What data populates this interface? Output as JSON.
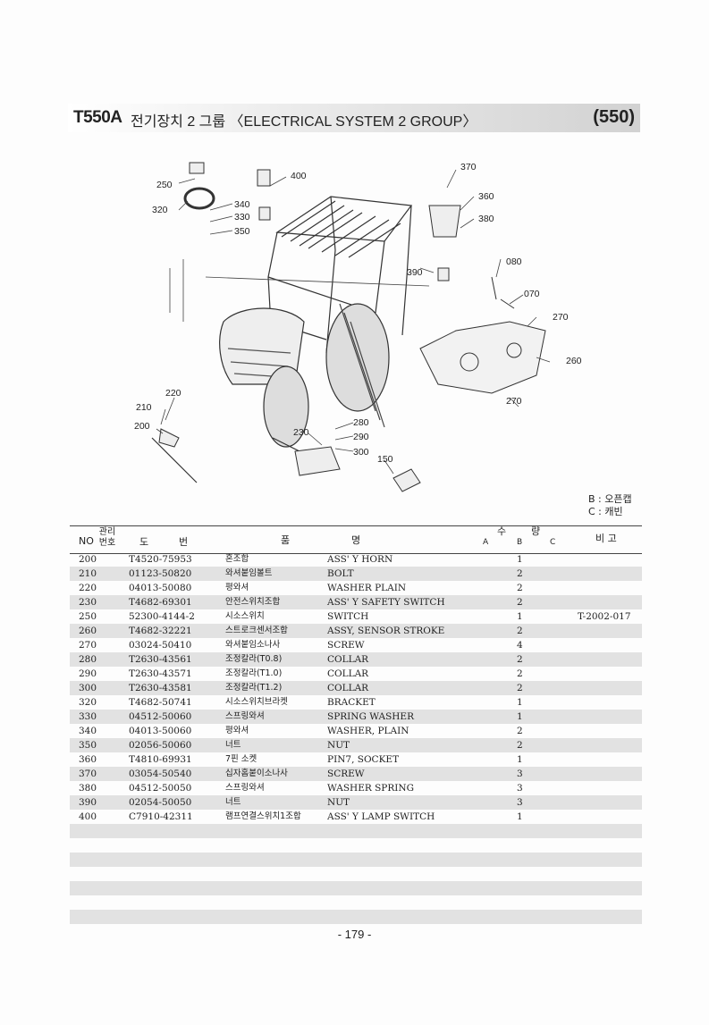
{
  "header": {
    "model": "T550A",
    "title": "전기장치 2 그룹 〈ELECTRICAL SYSTEM 2 GROUP〉",
    "code": "(550)"
  },
  "diagram": {
    "callouts": [
      "250",
      "320",
      "340",
      "330",
      "350",
      "400",
      "370",
      "360",
      "380",
      "390",
      "080",
      "070",
      "270",
      "260",
      "270",
      "220",
      "210",
      "200",
      "230",
      "280",
      "290",
      "300",
      "150"
    ]
  },
  "legend": {
    "b": "B : 오픈캡",
    "c": "C : 캐빈"
  },
  "table": {
    "headers": {
      "no": "NO",
      "mgmt": "관리 번호",
      "drawing_1": "도",
      "drawing_2": "번",
      "name_1": "품",
      "name_2": "명",
      "qty_1": "수",
      "qty_2": "량",
      "qty_a": "A",
      "qty_b": "B",
      "qty_c": "C",
      "remarks": "비 고"
    },
    "rows": [
      {
        "no": "200",
        "part": "T4520-75953",
        "kr": "혼조합",
        "en": "ASS' Y HORN",
        "b": "1",
        "remark": ""
      },
      {
        "no": "210",
        "part": "01123-50820",
        "kr": "와셔붙임볼트",
        "en": "BOLT",
        "b": "2",
        "remark": ""
      },
      {
        "no": "220",
        "part": "04013-50080",
        "kr": "평와셔",
        "en": "WASHER PLAIN",
        "b": "2",
        "remark": ""
      },
      {
        "no": "230",
        "part": "T4682-69301",
        "kr": "안전스위치조합",
        "en": "ASS' Y SAFETY SWITCH",
        "b": "2",
        "remark": ""
      },
      {
        "no": "250",
        "part": "52300-4144-2",
        "kr": "시소스위치",
        "en": "SWITCH",
        "b": "1",
        "remark": "T-2002-017"
      },
      {
        "no": "260",
        "part": "T4682-32221",
        "kr": "스트로크센서조합",
        "en": "ASSY, SENSOR STROKE",
        "b": "2",
        "remark": ""
      },
      {
        "no": "270",
        "part": "03024-50410",
        "kr": "와셔붙임소나사",
        "en": "SCREW",
        "b": "4",
        "remark": ""
      },
      {
        "no": "280",
        "part": "T2630-43561",
        "kr": "조정칼라(T0.8)",
        "en": "COLLAR",
        "b": "2",
        "remark": ""
      },
      {
        "no": "290",
        "part": "T2630-43571",
        "kr": "조정칼라(T1.0)",
        "en": "COLLAR",
        "b": "2",
        "remark": ""
      },
      {
        "no": "300",
        "part": "T2630-43581",
        "kr": "조정칼라(T1.2)",
        "en": "COLLAR",
        "b": "2",
        "remark": ""
      },
      {
        "no": "320",
        "part": "T4682-50741",
        "kr": "시소스위치브라켓",
        "en": "BRACKET",
        "b": "1",
        "remark": ""
      },
      {
        "no": "330",
        "part": "04512-50060",
        "kr": "스프링와셔",
        "en": "SPRING WASHER",
        "b": "1",
        "remark": ""
      },
      {
        "no": "340",
        "part": "04013-50060",
        "kr": "평와셔",
        "en": "WASHER, PLAIN",
        "b": "2",
        "remark": ""
      },
      {
        "no": "350",
        "part": "02056-50060",
        "kr": "너트",
        "en": "NUT",
        "b": "2",
        "remark": ""
      },
      {
        "no": "360",
        "part": "T4810-69931",
        "kr": "7핀 소켓",
        "en": "PIN7, SOCKET",
        "b": "1",
        "remark": ""
      },
      {
        "no": "370",
        "part": "03054-50540",
        "kr": "십자홈붙이소나사",
        "en": "SCREW",
        "b": "3",
        "remark": ""
      },
      {
        "no": "380",
        "part": "04512-50050",
        "kr": "스프링와셔",
        "en": "WASHER SPRING",
        "b": "3",
        "remark": ""
      },
      {
        "no": "390",
        "part": "02054-50050",
        "kr": "너트",
        "en": "NUT",
        "b": "3",
        "remark": ""
      },
      {
        "no": "400",
        "part": "C7910-42311",
        "kr": "램프연결스위치1조합",
        "en": "ASS' Y LAMP SWITCH",
        "b": "1",
        "remark": ""
      },
      {
        "no": "",
        "part": "",
        "kr": "",
        "en": "",
        "b": "",
        "remark": ""
      },
      {
        "no": "",
        "part": "",
        "kr": "",
        "en": "",
        "b": "",
        "remark": ""
      },
      {
        "no": "",
        "part": "",
        "kr": "",
        "en": "",
        "b": "",
        "remark": ""
      },
      {
        "no": "",
        "part": "",
        "kr": "",
        "en": "",
        "b": "",
        "remark": ""
      },
      {
        "no": "",
        "part": "",
        "kr": "",
        "en": "",
        "b": "",
        "remark": ""
      },
      {
        "no": "",
        "part": "",
        "kr": "",
        "en": "",
        "b": "",
        "remark": ""
      }
    ]
  },
  "page_number": "- 179 -"
}
